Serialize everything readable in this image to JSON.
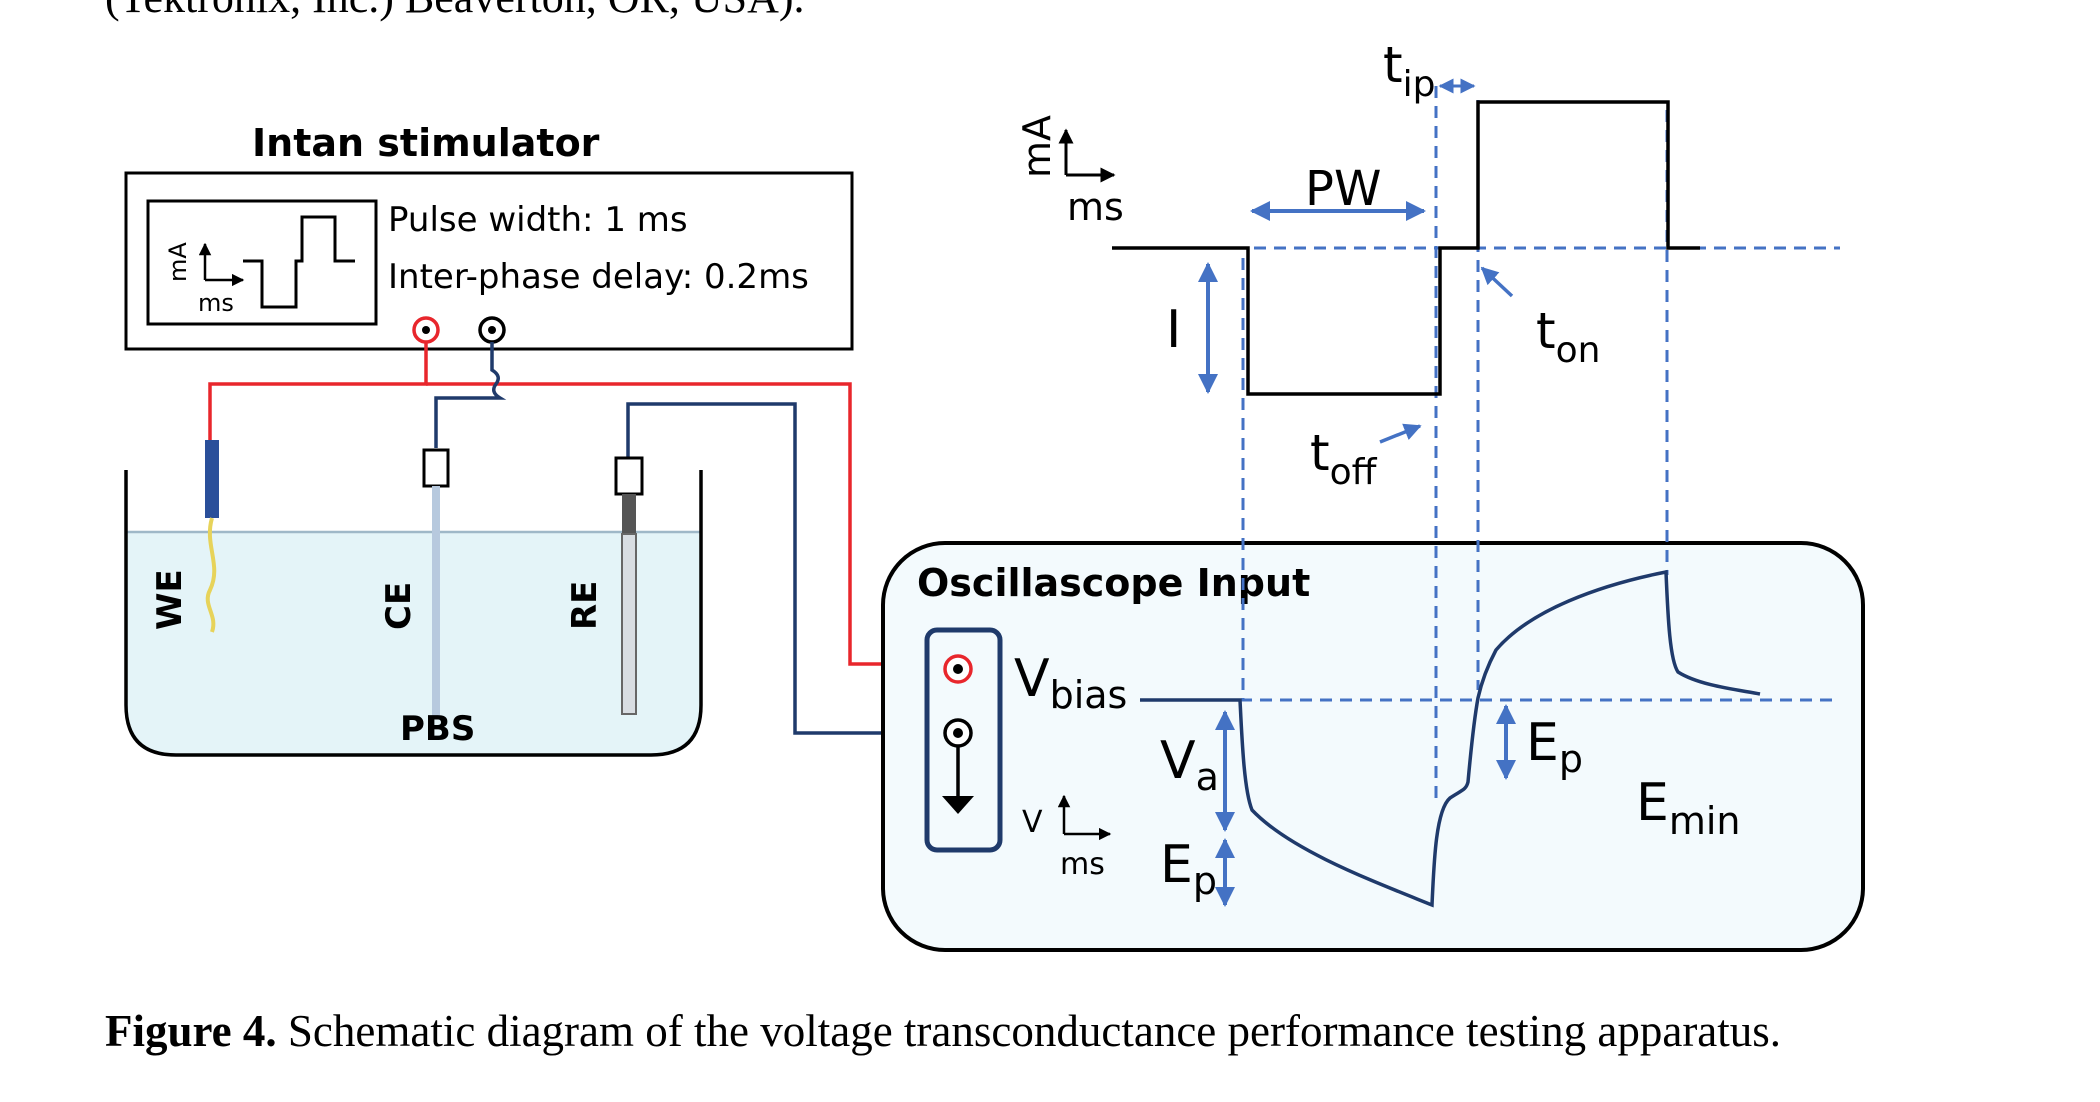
{
  "header_text": "(Tektronix, Inc.) Beaverton, OR, USA).",
  "stimulator": {
    "title": "Intan stimulator",
    "pulse_width": "Pulse width: 1 ms",
    "inter_phase_delay": "Inter-phase delay: 0.2ms",
    "icon_ma": "mA",
    "icon_ms": "ms"
  },
  "beaker": {
    "we_label": "WE",
    "ce_label": "CE",
    "re_label": "RE",
    "pbs_label": "PBS"
  },
  "waveform": {
    "ma": "mA",
    "ms": "ms",
    "pw": "PW",
    "current": "I",
    "t": "t",
    "ip_sub": "ip",
    "on_sub": "on",
    "off_sub": "off"
  },
  "oscilloscope": {
    "title": "Oscillascope Input",
    "v": "V",
    "bias_sub": "bias",
    "a_sub": "a",
    "e": "E",
    "p_sub": "p",
    "min_sub": "min",
    "axis_v": "V",
    "axis_ms": "ms"
  },
  "caption": {
    "label": "Figure 4.",
    "text": " Schematic diagram of the voltage transconductance performance testing apparatus."
  },
  "colors": {
    "red_wire": "#e8262c",
    "navy_wire": "#1f3a6b",
    "blue_dash": "#4472c4",
    "liquid": "#e4f4f8",
    "scope_fill": "#f3fafd",
    "we_electrode": "#2a4f9a",
    "we_wire": "#e7d35a"
  }
}
